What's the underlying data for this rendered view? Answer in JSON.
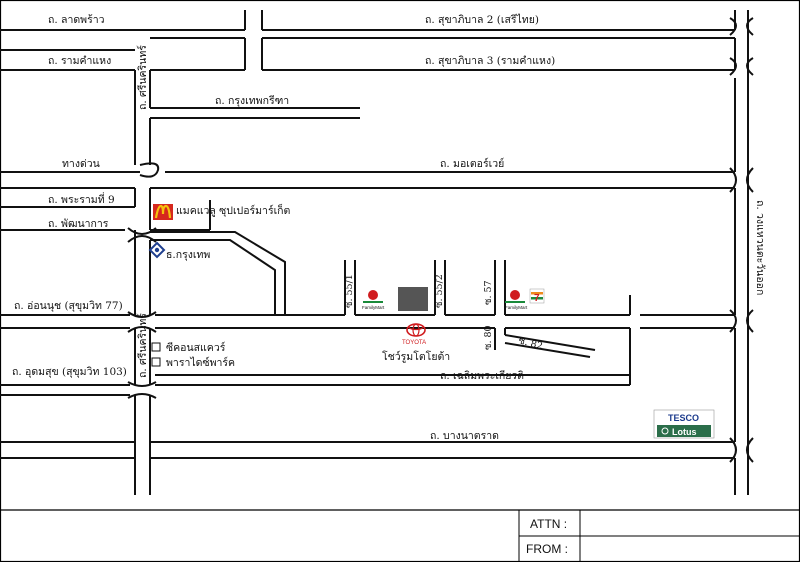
{
  "roads": {
    "lat_phrao": "ถ. ลาดพร้าว",
    "sukhaphiban2": "ถ. สุขาภิบาล 2 (เสรีไทย)",
    "ramkhamhaeng": "ถ. รามคำแหง",
    "sukhaphiban3": "ถ. สุขาภิบาล 3 (รามคำแหง)",
    "krungthep_kritha": "ถ. กรุงเทพกรีฑา",
    "srinakarin_top": "ถ. ศรีนครินทร์",
    "expressway": "ทางด่วน",
    "motorway": "ถ. มอเตอร์เวย์",
    "rama9": "ถ. พระรามที่ 9",
    "phatthanakan": "ถ. พัฒนาการ",
    "onnut": "ถ. อ่อนนุช (สุขุมวิท 77)",
    "udomsuk": "ถ. อุดมสุข (สุขุมวิท 103)",
    "srinakarin_bottom": "ถ. ศรีนครินทร์",
    "chaloem_phrakiat": "ถ. เฉลิมพระเกียรติ",
    "bang_na_trat": "ถ. บางนาตราด",
    "kanchanaphisek": "ถ. วงแหวนตะวันออก",
    "soi_55_1": "ซ. 55/1",
    "soi_55_2": "ซ. 55/2",
    "soi_57": "ซ. 57",
    "soi_80": "ซ. 80",
    "soi_82": "ซ. 82"
  },
  "landmarks": {
    "makro_supermarket": "แมคแวลู ซุปเปอร์มาร์เก็ต",
    "bangkok_bank": "ธ.กรุงเทพ",
    "seacon_square": "ซีคอนสแควร์",
    "paradise_park": "พาราไดซ์พาร์ค",
    "toyota_brand": "TOYOTA",
    "showroom": "โชว์รูมโตโยต้า",
    "familymart_brand": "FamilyMart",
    "seven_eleven": "7",
    "tesco_top": "TESCO",
    "tesco_bottom": "Lotus"
  },
  "form": {
    "attn_label": "ATTN :",
    "from_label": "FROM :"
  },
  "colors": {
    "toyota_red": "#d01c1f",
    "familymart_green": "#1a8a3a",
    "seven_orange": "#f08a1c",
    "seven_green": "#1f8a3d",
    "tesco_blue": "#1b3a8c",
    "lotus_green": "#2b6e4a",
    "bank_blue": "#1f3f8f",
    "mcd_yellow": "#f4c20d",
    "mcd_red": "#d6281e",
    "showroom_block": "#555555"
  }
}
